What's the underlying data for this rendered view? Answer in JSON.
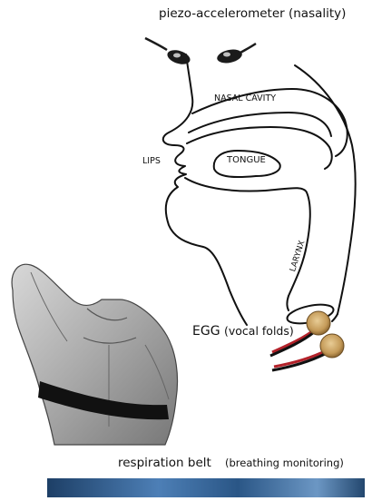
{
  "labels": {
    "sensor": "piezo-accelerometer (nasality)",
    "nasal_cavity": "NASAL CAVITY",
    "lips": "LIPS",
    "tongue": "TONGUE",
    "larynx": "LARYNX",
    "egg_main": "EGG ",
    "egg_sub": "(vocal folds)",
    "belt_main": "respiration belt",
    "belt_sub": "(breathing monitoring)"
  },
  "colors": {
    "outline": "#111111",
    "sensor_body": "#1b1b1b",
    "electrode": "#c9a46a",
    "wire_red": "#b3222a",
    "wire_black": "#111111",
    "belt": "#111111",
    "strip": "#3b6ea6"
  }
}
